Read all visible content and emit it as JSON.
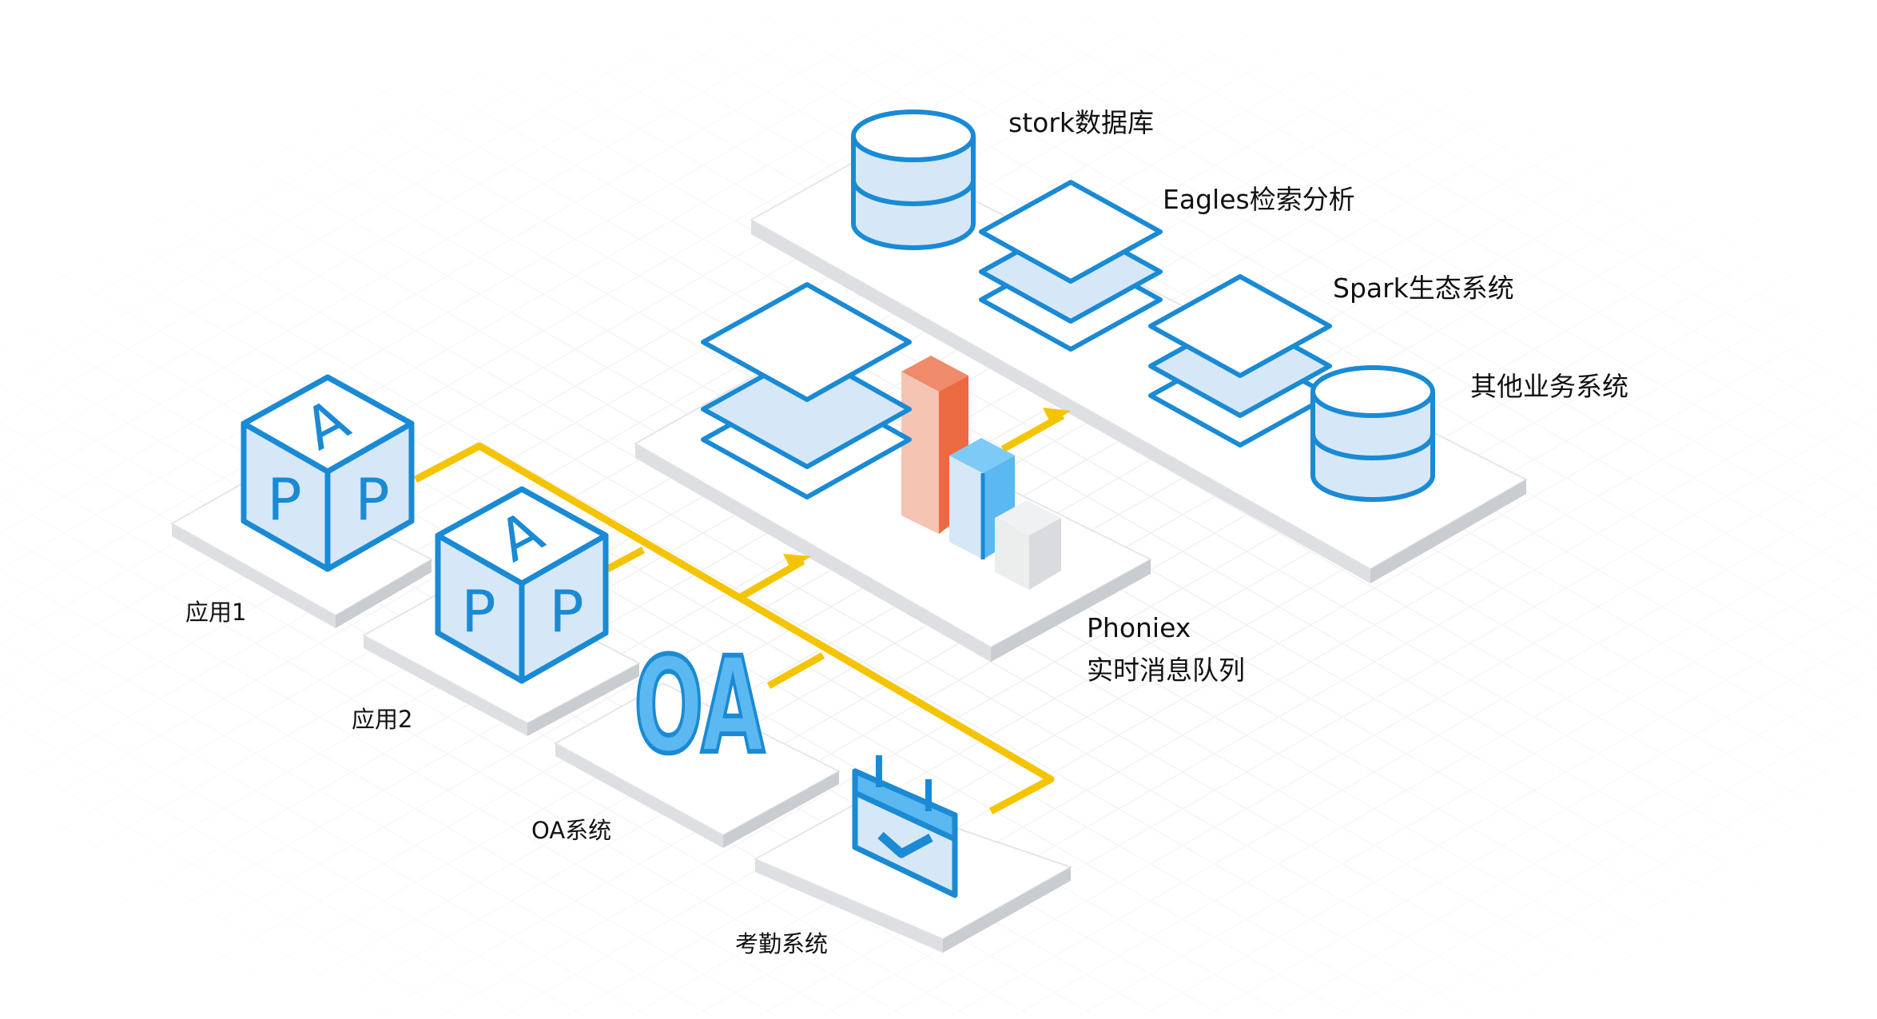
{
  "labels": {
    "stork": "stork数据库",
    "eagles": "Eagles检索分析",
    "spark": "Spark生态系统",
    "other": "其他业务系统",
    "app1": "应用1",
    "app2": "应用2",
    "oa": "OA系统",
    "attendance": "考勤系统",
    "phoniex_line1": "Phoniex",
    "phoniex_line2": "实时消息队列"
  },
  "app_cube_letters": [
    "A",
    "P",
    "P"
  ],
  "oa_icon_text": "OA",
  "colors": {
    "primary_blue": "#1a8ad4",
    "light_blue_fill": "#d6e8f7",
    "connector_yellow": "#f5c400",
    "bar_orange": "#ec6a42",
    "bar_orange_light": "#f6c4b2",
    "bar_blue": "#5bb8f0",
    "bar_gray": "#d9dbde",
    "platform_gray": "#dddfe2",
    "grid_gray": "#eeeeee"
  }
}
